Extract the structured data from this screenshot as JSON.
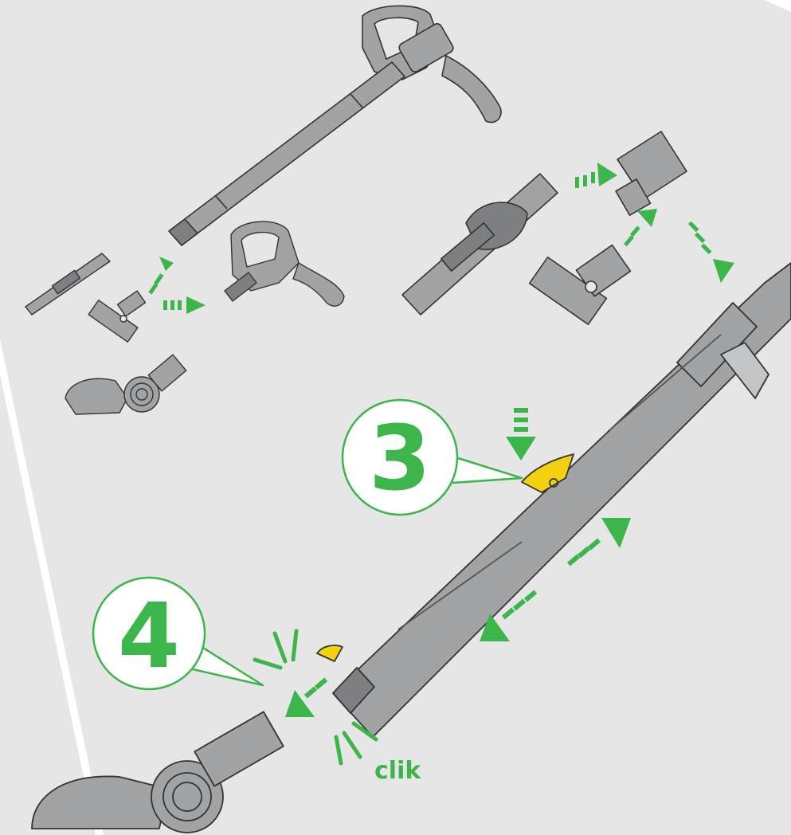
{
  "steps": [
    {
      "number": "3"
    },
    {
      "number": "4"
    }
  ],
  "sound_label": "clik",
  "colors": {
    "background_panel": "#e6e6e7",
    "accent_green": "#3cb54a",
    "callout_fill": "#ffffff",
    "part_gray": "#a2a3a5",
    "part_dark": "#7e7f82",
    "outline": "#333333",
    "release_button_yellow": "#f4d10f"
  },
  "icons": [
    "vacuum-handle",
    "extension-wand",
    "combination-tool",
    "stubborn-dirt-brush",
    "motorhead-floor-tool",
    "tool-adapter",
    "motion-arrow",
    "click-sound-lines"
  ]
}
